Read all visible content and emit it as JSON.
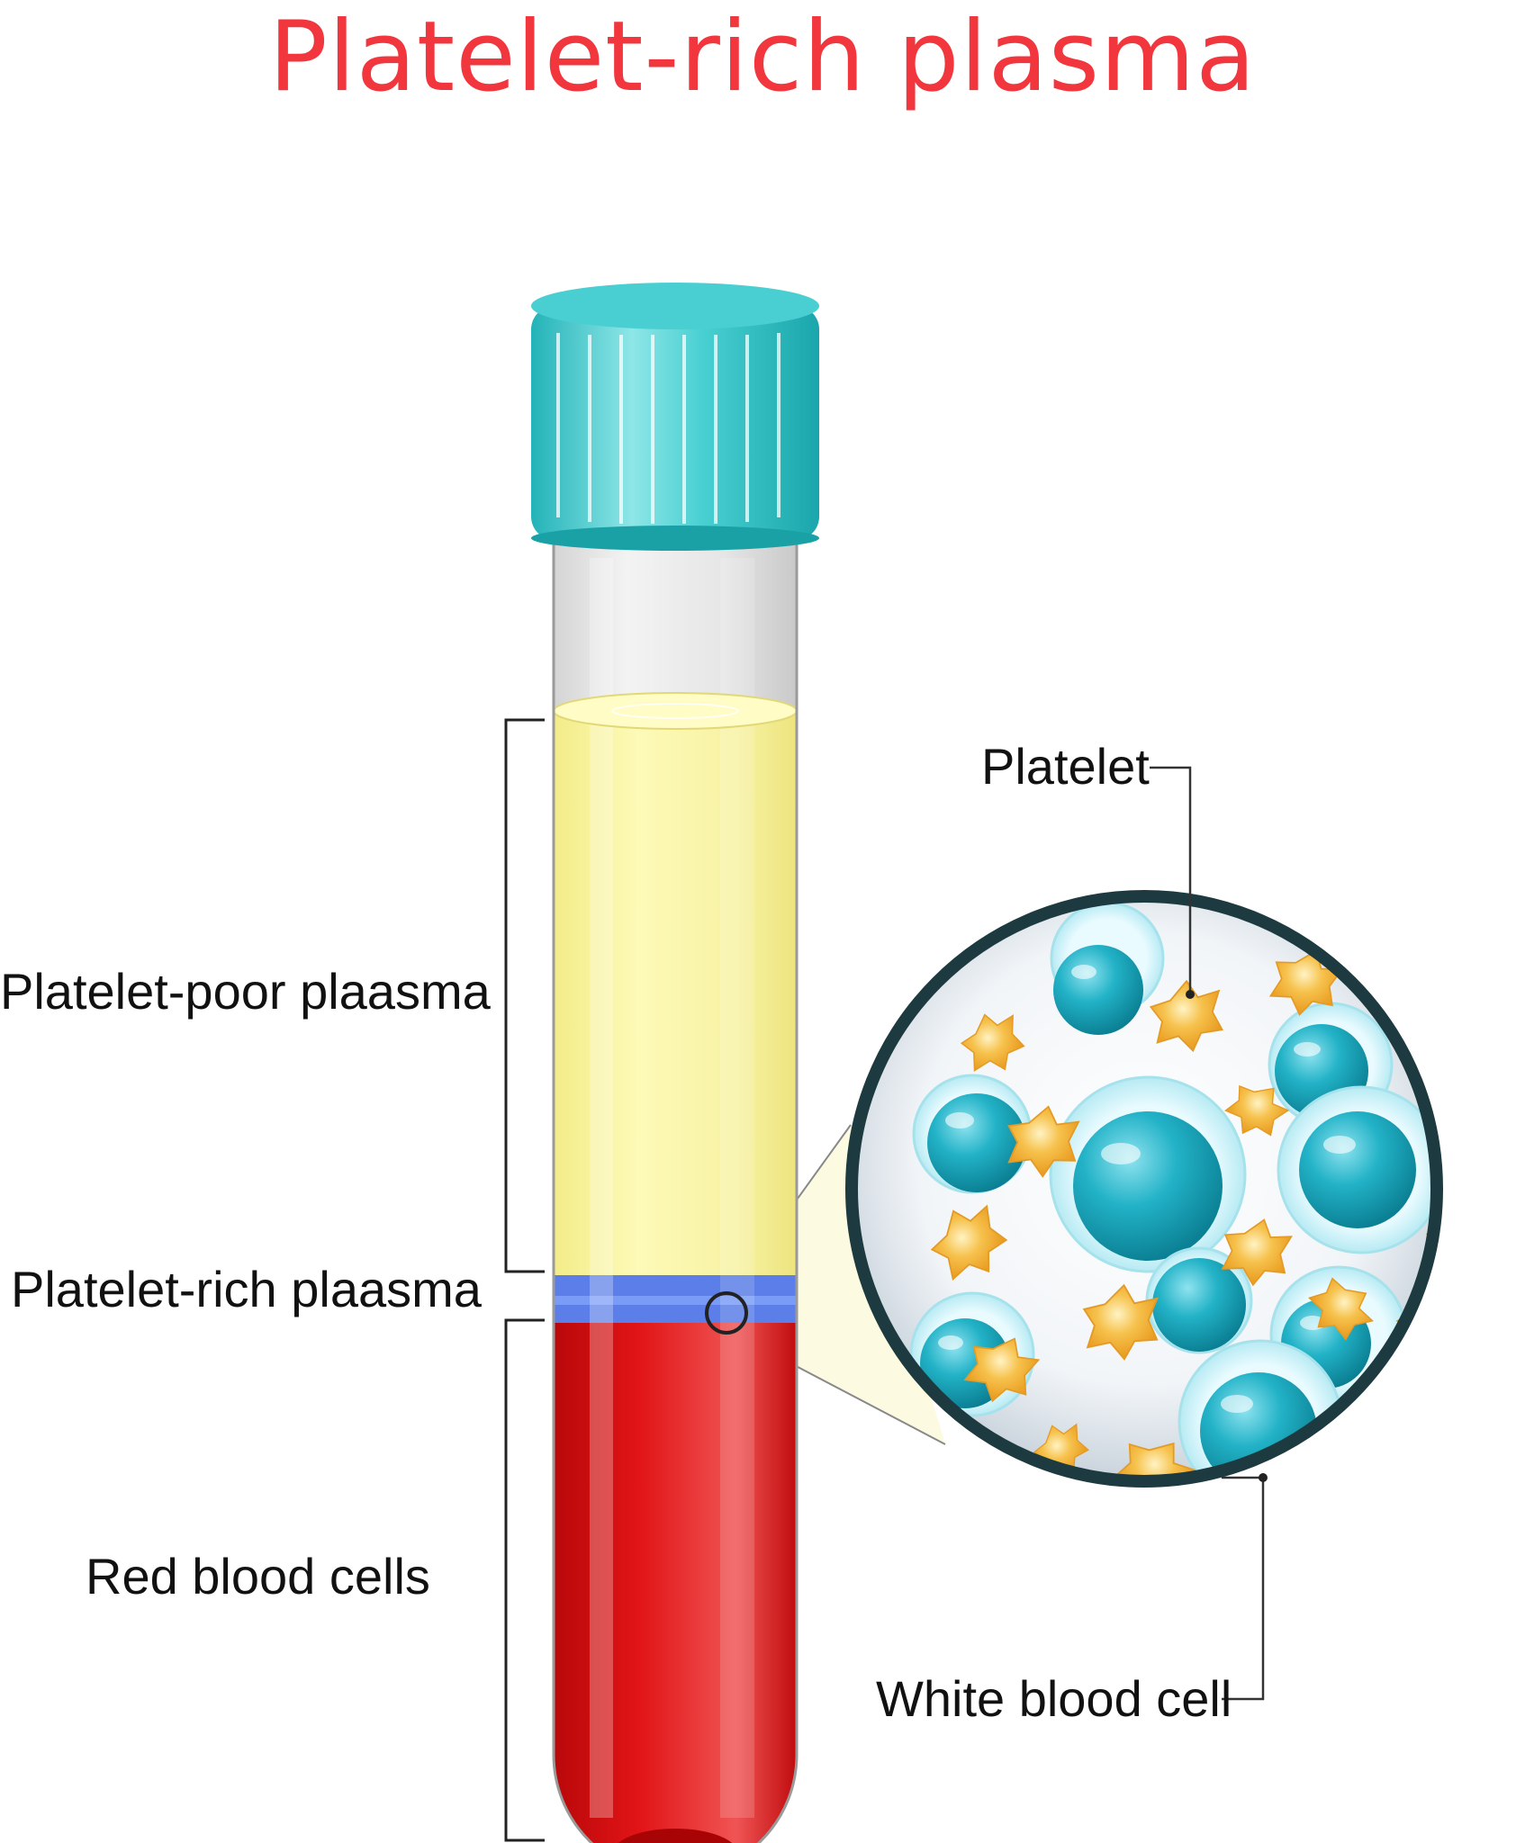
{
  "title": "Platelet-rich plasma",
  "labels": {
    "platelet_poor": "Platelet-poor plaasma",
    "platelet_rich": "Platelet-rich plaasma",
    "red_blood_cells": "Red blood cells",
    "platelet": "Platelet",
    "white_blood_cell": "White blood cell"
  },
  "colors": {
    "title": "#f2363e",
    "cap": "#3cc6c8",
    "plasma": "#fbf7a2",
    "buffy_coat": "#5b7ee8",
    "blood": "#d80d0f",
    "wbc": "#1fa8bf",
    "platelet": "#f3ad2f",
    "lens_border": "#1c3a3f"
  }
}
